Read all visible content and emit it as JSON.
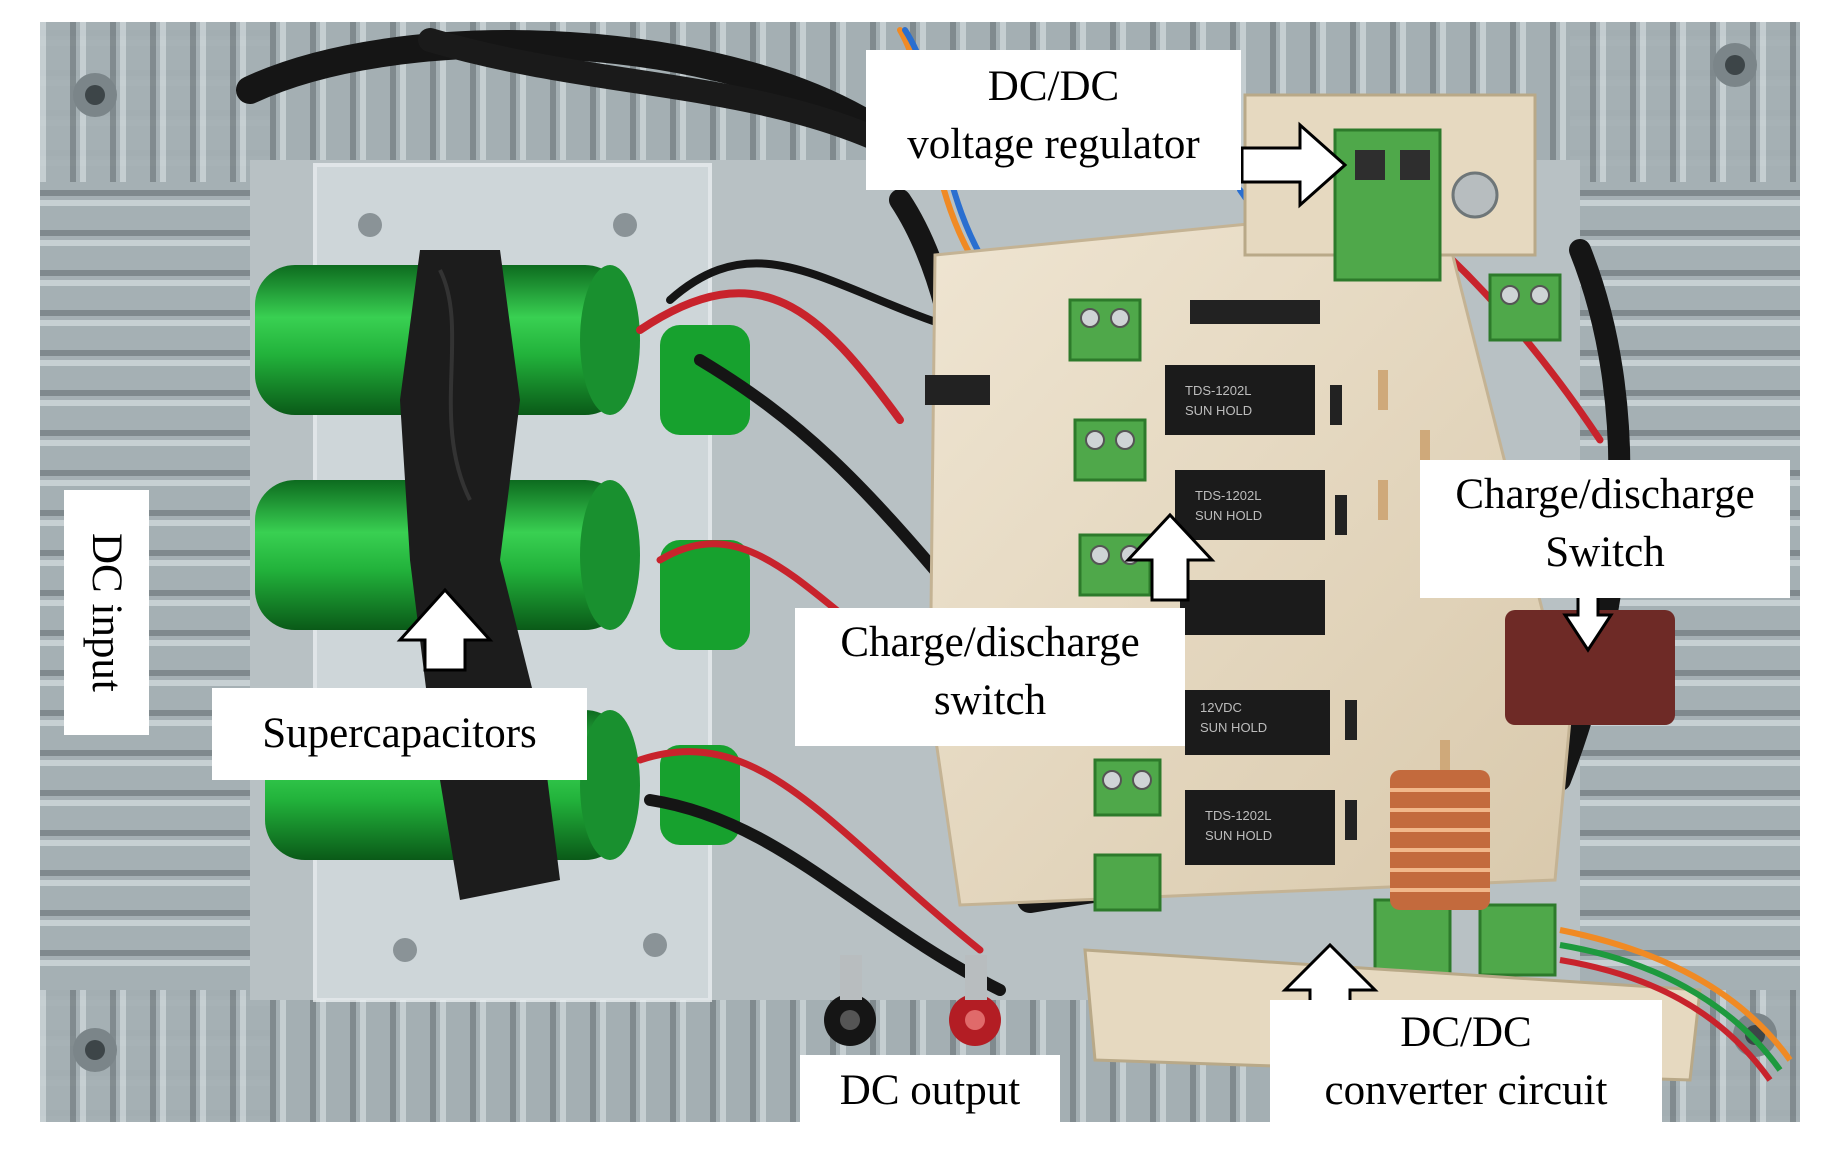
{
  "labels": {
    "dc_voltage_regulator": [
      "DC/DC",
      "voltage regulator"
    ],
    "charge_discharge_switch_upper": [
      "Charge/discharge",
      "Switch"
    ],
    "charge_discharge_switch_mid": [
      "Charge/discharge",
      "switch"
    ],
    "supercapacitors": "Supercapacitors",
    "dc_input": "DC input",
    "dc_output": "DC output",
    "dc_converter_circuit": [
      "DC/DC",
      "converter circuit"
    ]
  },
  "relay_marking": "TDS-1202L",
  "relay_brand": "SUN HOLD",
  "relay_rating": "12VDC",
  "colors": {
    "enclosure": "#a9b4b8",
    "pcb": "#e8dcc6",
    "supercap": "#1fa336",
    "terminal_block": "#4fa84a",
    "relay": "#1b1b1b",
    "wire_red": "#c8232c",
    "wire_black": "#151515",
    "wire_blue": "#2a6fd0",
    "wire_orange": "#f08a24",
    "wire_green": "#1e9a3e",
    "capacitor_maroon": "#6e2a26"
  }
}
